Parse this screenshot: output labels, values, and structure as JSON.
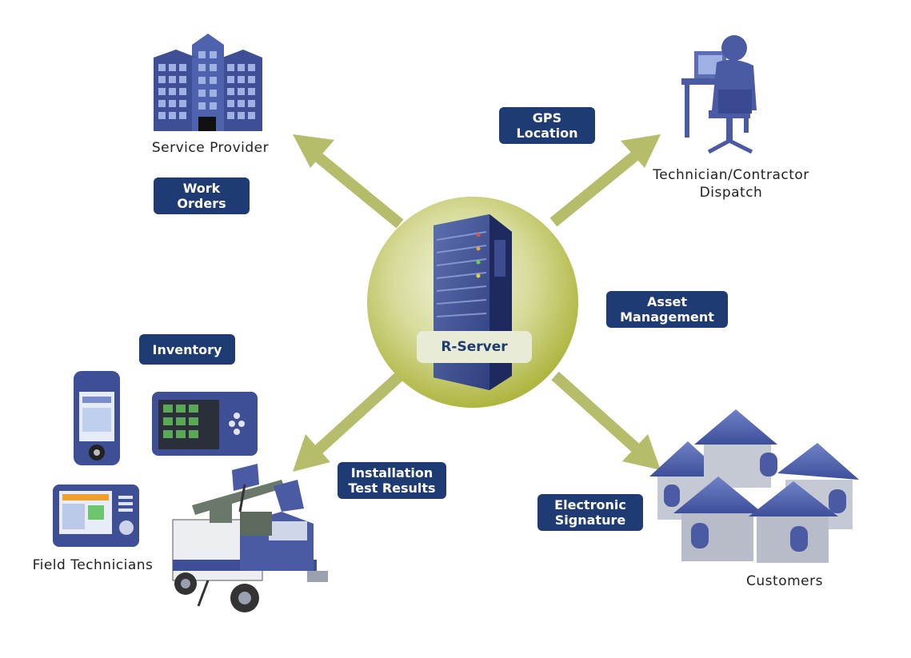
{
  "hub": {
    "label": "R-Server"
  },
  "nodes": {
    "service_provider": "Service Provider",
    "dispatch_line1": "Technician/Contractor",
    "dispatch_line2": "Dispatch",
    "field_technicians": "Field Technicians",
    "customers": "Customers"
  },
  "badges": {
    "work_orders": [
      "Work",
      "Orders"
    ],
    "gps_location": [
      "GPS",
      "Location"
    ],
    "asset_management": [
      "Asset",
      "Management"
    ],
    "inventory": [
      "Inventory"
    ],
    "installation_test_results": [
      "Installation",
      "Test Results"
    ],
    "electronic_signature": [
      "Electronic",
      "Signature"
    ]
  },
  "colors": {
    "badge": "#1f3b73",
    "arrow": "#b5bc6a",
    "hub": "#b9c04f",
    "illustration": "#3f4f96"
  }
}
